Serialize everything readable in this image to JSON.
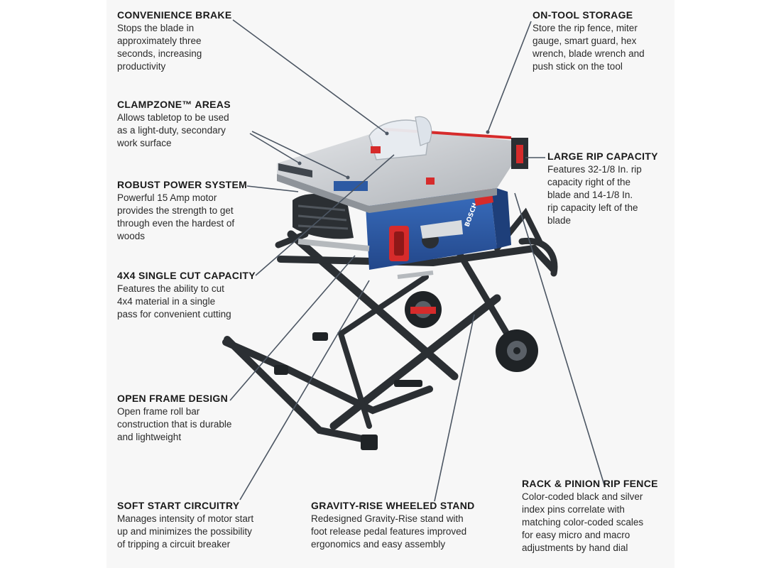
{
  "callouts": [
    {
      "id": "convenience-brake",
      "title": "CONVENIENCE BRAKE",
      "lines": [
        "Stops the blade in",
        "approximately three",
        "seconds, increasing",
        "productivity"
      ]
    },
    {
      "id": "on-tool-storage",
      "title": "ON-TOOL STORAGE",
      "lines": [
        "Store the rip fence, miter",
        "gauge, smart guard, hex",
        "wrench, blade wrench and",
        "push stick on the tool"
      ]
    },
    {
      "id": "clampzone-areas",
      "title": "CLAMPZONE™ AREAS",
      "lines": [
        "Allows tabletop to be used",
        "as a light-duty, secondary",
        "work surface"
      ]
    },
    {
      "id": "large-rip-capacity",
      "title": "LARGE RIP CAPACITY",
      "lines": [
        "Features 32-1/8 In. rip",
        "capacity right of the",
        "blade and 14-1/8 In.",
        "rip capacity left of the",
        "blade"
      ]
    },
    {
      "id": "robust-power-system",
      "title": "ROBUST POWER SYSTEM",
      "lines": [
        "Powerful 15 Amp motor",
        "provides the strength to get",
        "through even the hardest of",
        "woods"
      ]
    },
    {
      "id": "4x4-single-cut-capacity",
      "title": "4X4 SINGLE CUT CAPACITY",
      "lines": [
        "Features the ability to cut",
        "4x4 material in a single",
        "pass for convenient cutting"
      ]
    },
    {
      "id": "open-frame-design",
      "title": "OPEN FRAME DESIGN",
      "lines": [
        "Open frame roll bar",
        "construction that is durable",
        "and lightweight"
      ]
    },
    {
      "id": "rack-pinion-rip-fence",
      "title": "RACK & PINION RIP FENCE",
      "lines": [
        "Color-coded black and silver",
        "index pins correlate with",
        "matching color-coded scales",
        "for easy micro and macro",
        "adjustments by hand dial"
      ]
    },
    {
      "id": "soft-start-circuitry",
      "title": "SOFT START CIRCUITRY",
      "lines": [
        "Manages intensity of motor start",
        "up and minimizes the possibility",
        "of tripping a circuit breaker"
      ]
    },
    {
      "id": "gravity-rise-wheeled-stand",
      "title": "GRAVITY-RISE WHEELED STAND",
      "lines": [
        "Redesigned Gravity-Rise stand with",
        "foot release pedal features improved",
        "ergonomics and easy assembly"
      ]
    }
  ],
  "colors": {
    "saw_blue": "#2d5aa3",
    "accent_red": "#d62b2b",
    "frame_dark": "#2b2f33",
    "table_silver": "#c9ccd0",
    "leader_line": "#4c5663"
  },
  "brand": "BOSCH"
}
